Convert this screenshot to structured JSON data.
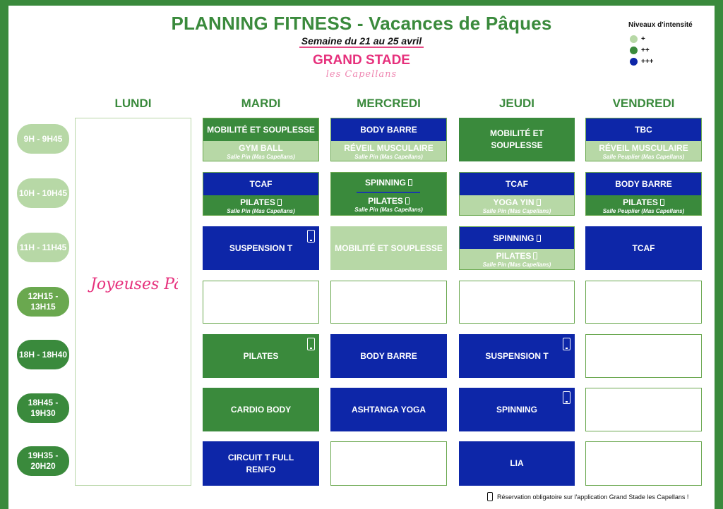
{
  "header": {
    "title": "PLANNING FITNESS - Vacances de Pâques",
    "subtitle": "Semaine du 21 au 25 avril",
    "brand_line1": "GRAND STADE",
    "brand_line2": "les Capellans"
  },
  "legend": {
    "title": "Niveaux d'intensité",
    "items": [
      {
        "label": "+",
        "color": "#b7d8a6"
      },
      {
        "label": "++",
        "color": "#3a8a3c"
      },
      {
        "label": "+++",
        "color": "#0d26a8"
      }
    ]
  },
  "colors": {
    "light": "#b7d8a6",
    "mid": "#3a8a3c",
    "dark": "#0d26a8"
  },
  "days": [
    "LUNDI",
    "MARDI",
    "MERCREDI",
    "JEUDI",
    "VENDREDI"
  ],
  "times": [
    "9H - 9H45",
    "10H - 10H45",
    "11H - 11H45",
    "12H15 - 13H15",
    "18H - 18H40",
    "18H45 - 19H30",
    "19H35 - 20H20"
  ],
  "lundi_text": "Joyeuses Pâques",
  "sessions": {
    "mardi": {
      "s1_top": "MOBILITÉ ET SOUPLESSE",
      "s1_bot": "GYM BALL",
      "s1_room": "Salle Pin (Mas Capellans)",
      "s2_top": "TCAF",
      "s2_bot": "PILATES",
      "s2_room": "Salle Pin (Mas Capellans)",
      "s3": "SUSPENSION T",
      "s5": "PILATES",
      "s6": "CARDIO BODY",
      "s7": "CIRCUIT T FULL RENFO"
    },
    "mercredi": {
      "s1_top": "BODY BARRE",
      "s1_bot": "RÉVEIL MUSCULAIRE",
      "s1_room": "Salle Pin (Mas Capellans)",
      "s2_top": "SPINNING",
      "s2_bot": "PILATES",
      "s2_room": "Salle Pin (Mas Capellans)",
      "s3": "MOBILITÉ ET SOUPLESSE",
      "s5": "BODY BARRE",
      "s6": "ASHTANGA YOGA"
    },
    "jeudi": {
      "s1": "MOBILITÉ ET SOUPLESSE",
      "s2_top": "TCAF",
      "s2_bot": "YOGA YIN",
      "s2_room": "Salle Pin (Mas Capellans)",
      "s3_top": "SPINNING",
      "s3_bot": "PILATES",
      "s3_room": "Salle Pin (Mas Capellans)",
      "s5": "SUSPENSION T",
      "s6": "SPINNING",
      "s7": "LIA"
    },
    "vendredi": {
      "s1_top": "TBC",
      "s1_bot": "RÉVEIL MUSCULAIRE",
      "s1_room": "Salle Peuplier (Mas Capellans)",
      "s2_top": "BODY BARRE",
      "s2_bot": "PILATES",
      "s2_room": "Salle Peuplier (Mas Capellans)",
      "s3": "TCAF"
    }
  },
  "footer": "Réservation obligatoire sur l'application Grand Stade les Capellans !"
}
